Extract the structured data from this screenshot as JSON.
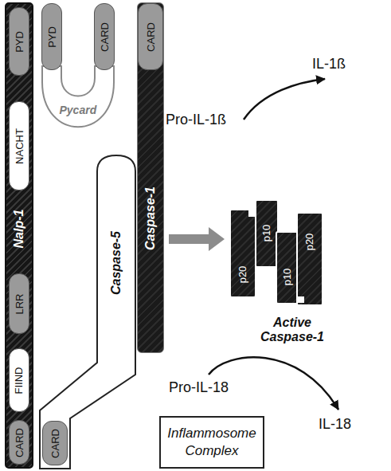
{
  "diagram": {
    "nodes": [
      {
        "text": [
          "Nalp-1"
        ]
      },
      {
        "text": [
          "PYD"
        ],
        "in": 0
      },
      {
        "text": [
          "NACHT"
        ],
        "in": 0
      },
      {
        "text": [
          "LRR"
        ],
        "in": 0
      },
      {
        "text": [
          "FIIND"
        ],
        "in": 0
      },
      {
        "text": [
          "CARD"
        ],
        "in": 0
      },
      {
        "text": [
          "Pycard"
        ]
      },
      {
        "text": [
          "PYD"
        ],
        "in": 6
      },
      {
        "text": [
          "CARD"
        ],
        "in": 6
      },
      {
        "text": [
          "Caspase-1"
        ]
      },
      {
        "text": [
          "CARD"
        ],
        "in": 9
      },
      {
        "text": [
          "Caspase-5"
        ]
      },
      {
        "text": [
          "CARD"
        ],
        "in": 11
      },
      {
        "text": [
          "p20"
        ]
      },
      {
        "text": [
          "p10"
        ]
      },
      {
        "text": [
          "p10"
        ]
      },
      {
        "text": [
          "p20"
        ]
      },
      {
        "text": [
          "Inflammosome Complex"
        ]
      }
    ],
    "labels": [
      "Pro-IL-1ß",
      "IL-1ß",
      "Active Caspase-1",
      "Pro-IL-18",
      "IL-18"
    ]
  }
}
